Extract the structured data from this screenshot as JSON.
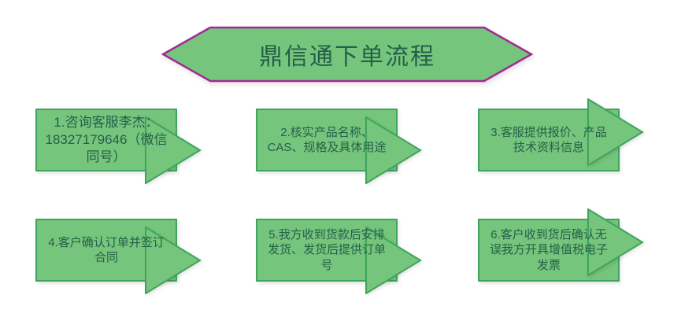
{
  "title": {
    "text": "鼎信通下单流程"
  },
  "steps": [
    {
      "text": "1.咨询客服李杰：18327179646（微信同号）"
    },
    {
      "text": "2.核实产品名称、CAS、规格及具体用途"
    },
    {
      "text": "3.客服提供报价、产品技术资料信息"
    },
    {
      "text": "4.客户确认订单并签订合同"
    },
    {
      "text": "5.我方收到货款后安排发货、发货后提供订单号"
    },
    {
      "text": "6.客户收到货后确认无误我方开具增值税电子发票"
    }
  ],
  "colors": {
    "shape-fill": "#76c57c",
    "shape-stroke": "#3fa45c",
    "title-stroke": "#a02b93",
    "text-color": "#246049"
  }
}
